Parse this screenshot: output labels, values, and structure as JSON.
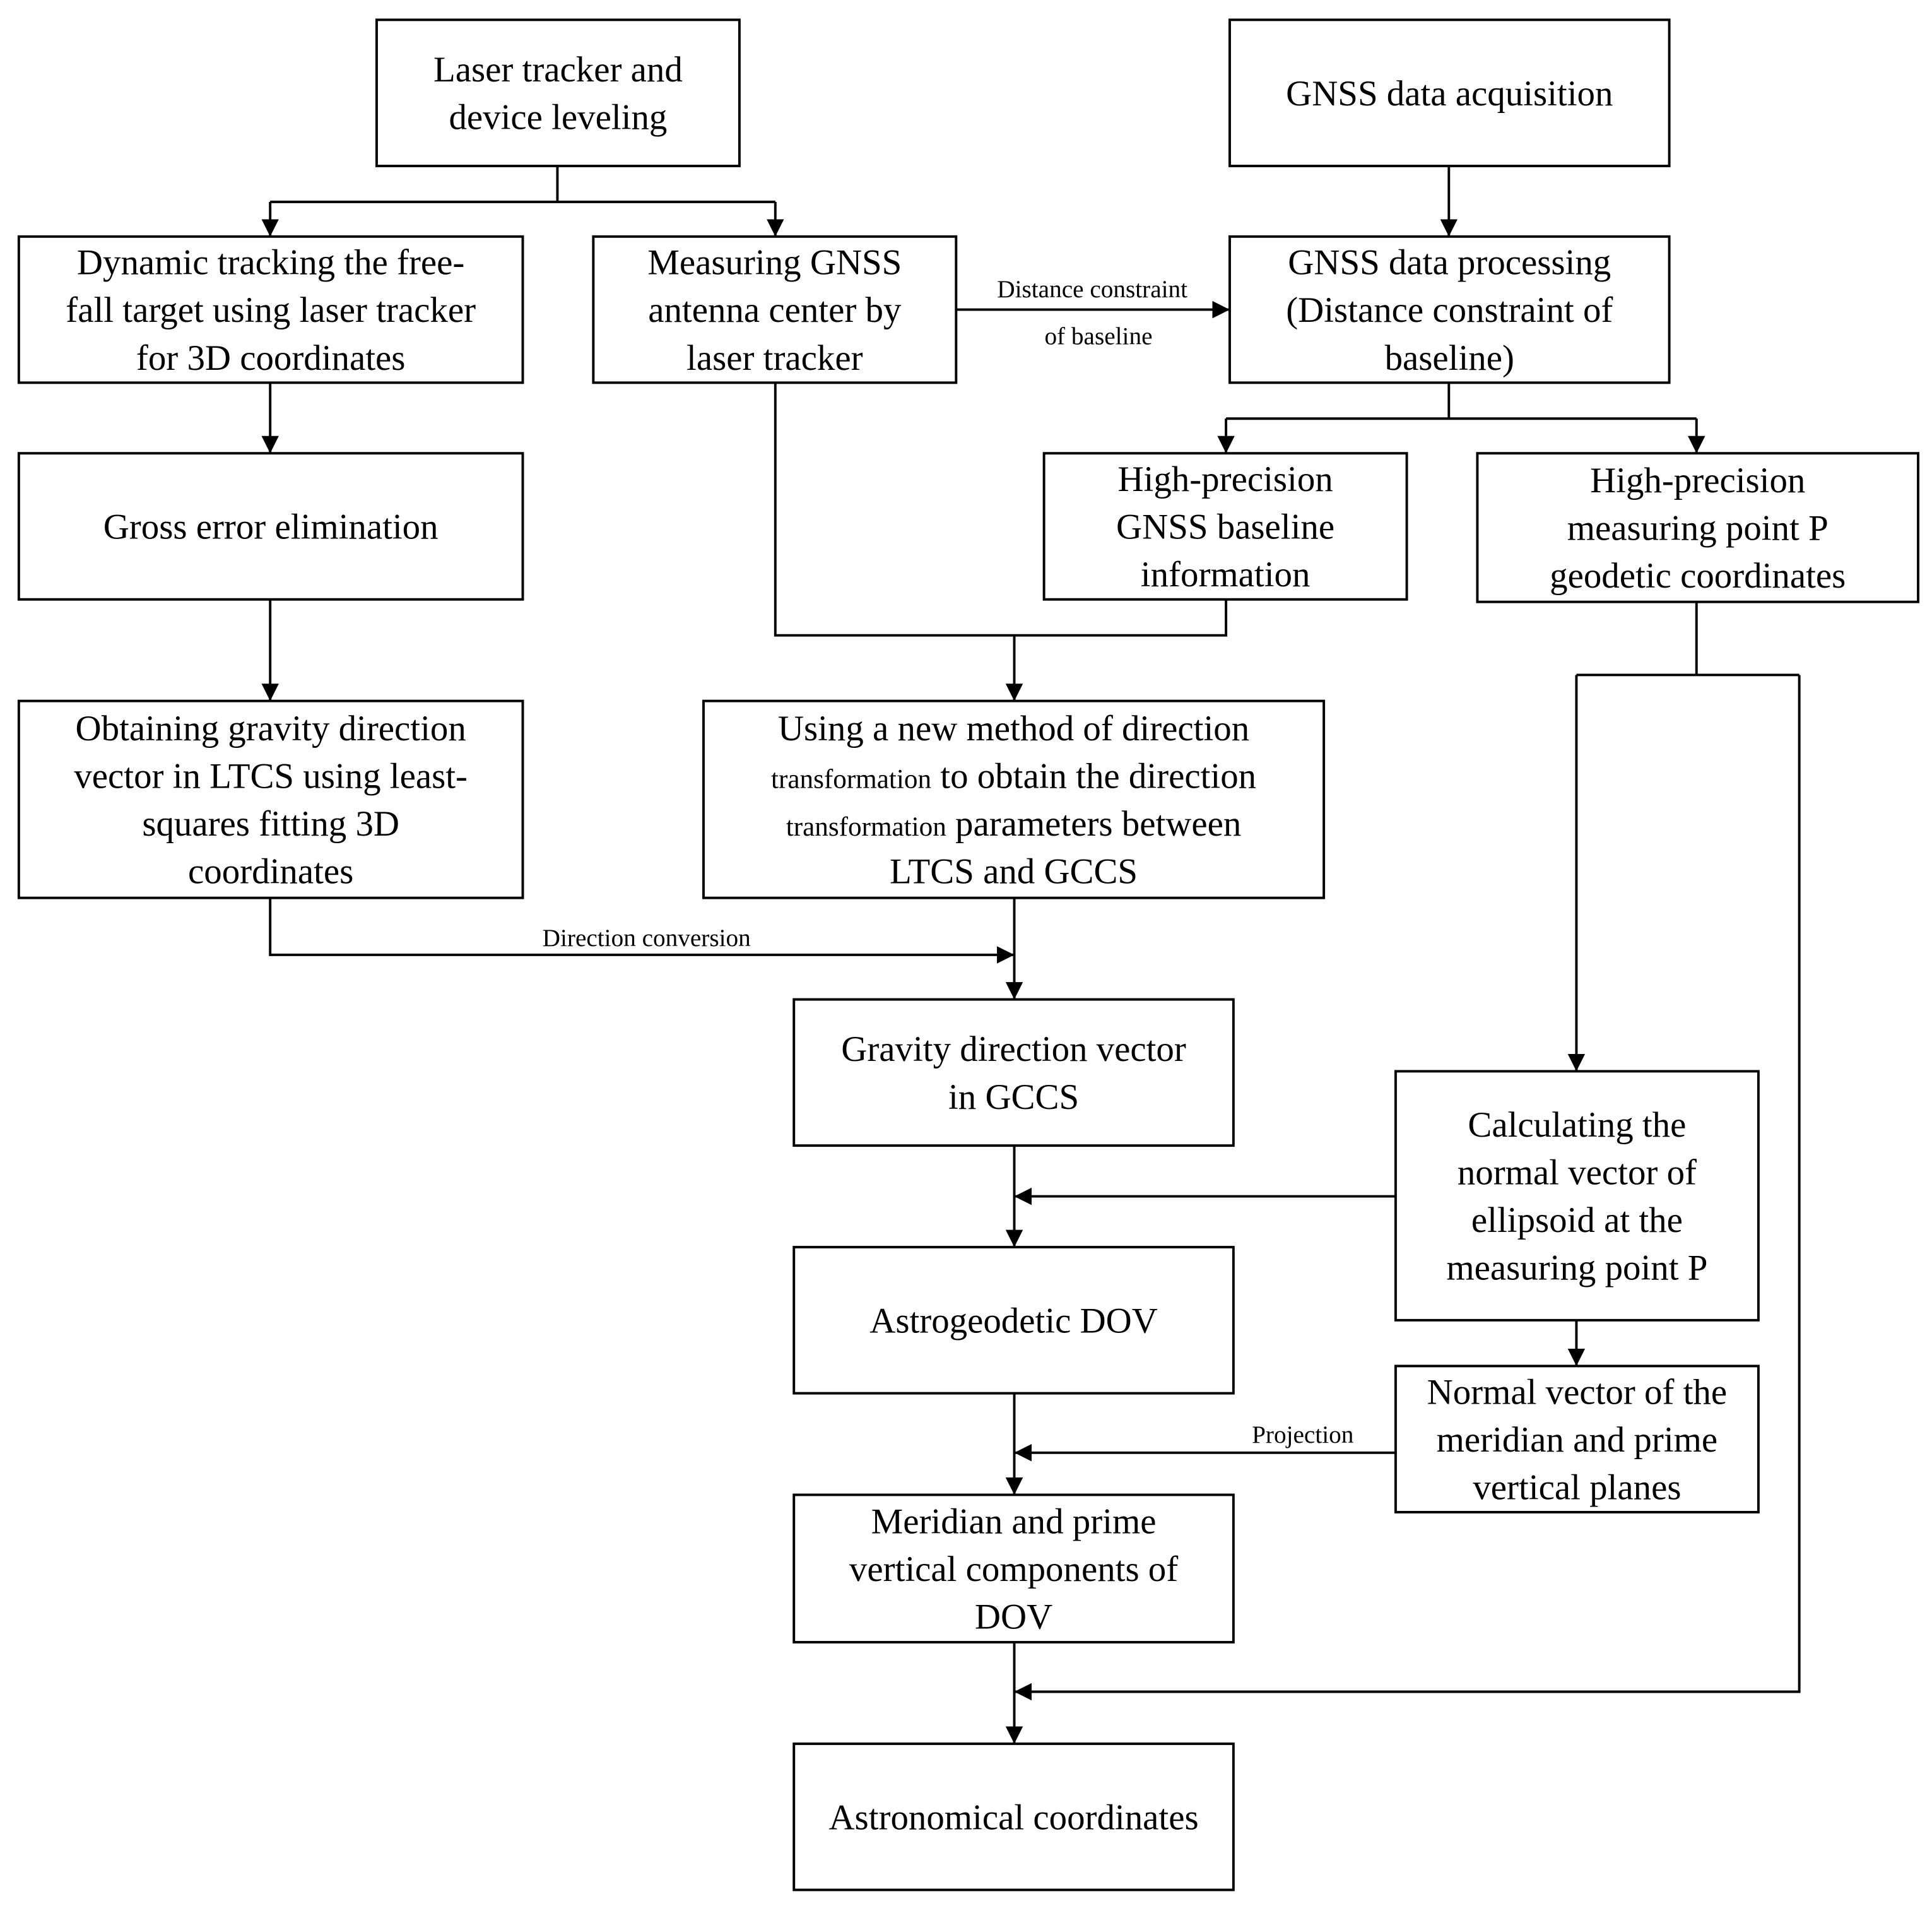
{
  "boxes": [
    {
      "id": "laser-tracker-leveling",
      "lines": [
        "Laser tracker and",
        "device leveling"
      ]
    },
    {
      "id": "gnss-data-acquisition",
      "lines": [
        "GNSS data acquisition"
      ]
    },
    {
      "id": "dynamic-tracking",
      "lines": [
        "Dynamic tracking the free-",
        "fall target using laser tracker",
        "for 3D coordinates"
      ]
    },
    {
      "id": "measuring-gnss-antenna",
      "lines": [
        "Measuring GNSS",
        "antenna center by",
        "laser tracker"
      ]
    },
    {
      "id": "gnss-data-processing",
      "lines": [
        "GNSS data processing",
        "(Distance constraint of",
        "baseline)"
      ]
    },
    {
      "id": "gross-error-elimination",
      "lines": [
        "Gross error elimination"
      ]
    },
    {
      "id": "gnss-baseline-info",
      "lines": [
        "High-precision",
        "GNSS baseline",
        "information"
      ]
    },
    {
      "id": "point-p-geodetic",
      "lines": [
        "High-precision",
        "measuring point P",
        "geodetic coordinates"
      ]
    },
    {
      "id": "gravity-vector-ltcs",
      "lines": [
        "Obtaining gravity direction",
        "vector in LTCS using least-",
        "squares fitting 3D",
        "coordinates"
      ]
    },
    {
      "id": "direction-transformation",
      "lines": [
        "Using a new method of direction",
        [
          {
            "t": "transformation",
            "small": true
          },
          {
            "t": "  to obtain the direction"
          }
        ],
        [
          {
            "t": "transformation",
            "small": true
          },
          {
            "t": "  parameters between"
          }
        ],
        "LTCS and GCCS"
      ]
    },
    {
      "id": "gravity-vector-gccs",
      "lines": [
        "Gravity direction vector",
        "in GCCS"
      ]
    },
    {
      "id": "ellipsoid-normal-vector",
      "lines": [
        "Calculating the",
        "normal vector of",
        "ellipsoid at the",
        "measuring point P"
      ]
    },
    {
      "id": "astrogeodetic-dov",
      "lines": [
        "Astrogeodetic DOV"
      ]
    },
    {
      "id": "plane-normal-vectors",
      "lines": [
        "Normal vector of the",
        "meridian and prime",
        "vertical planes"
      ]
    },
    {
      "id": "dov-components",
      "lines": [
        "Meridian and prime",
        "vertical components of",
        "DOV"
      ]
    },
    {
      "id": "astronomical-coordinates",
      "lines": [
        "Astronomical coordinates"
      ]
    }
  ],
  "labels": {
    "distance_constraint_1": "Distance constraint",
    "distance_constraint_2": "of baseline",
    "direction_conversion": "Direction conversion",
    "projection": "Projection"
  }
}
